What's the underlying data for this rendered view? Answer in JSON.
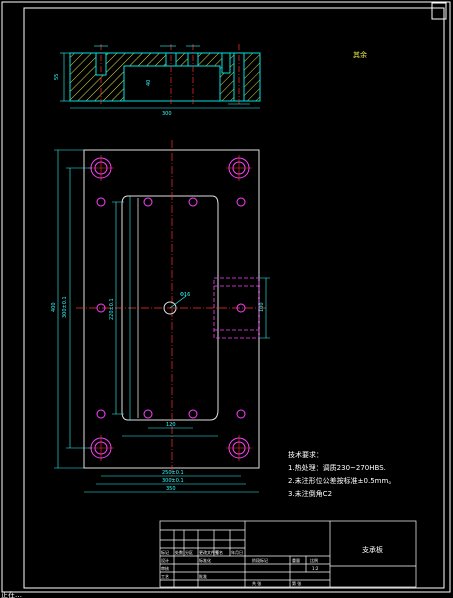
{
  "drawing": {
    "top_right_note": "其余",
    "status_text": "正在…",
    "tech_requirements": {
      "heading": "技术要求：",
      "items": [
        "1.热处理：调质230~270HBS.",
        "2.未注形位公差按标准±0.5mm。",
        "3.未注倒角C2"
      ]
    },
    "dimensions": {
      "plan_height_outer": "400",
      "plan_height_mid": "300±0.1",
      "plan_height_inner": "220±0.1",
      "plan_width_bottom": "350",
      "plan_width_mid": "300±0.1",
      "plan_width_inner": "250±0.1",
      "slot_width": "120",
      "slot_small": "100",
      "center_hole": "Φ16",
      "section_height": "55",
      "section_depth": "40",
      "section_width": "300"
    },
    "title_block": {
      "part_name": "支承板",
      "labels": [
        "标记",
        "处数",
        "分区",
        "更改文件号",
        "签名",
        "年月日",
        "设计",
        "标准化",
        "阶段标记",
        "重量",
        "比例",
        "审核",
        "工艺",
        "批准",
        "1:2",
        "共 张",
        "第 张"
      ]
    }
  },
  "colors": {
    "background": "#000000",
    "frame": "#ffffff",
    "outline": "#00e0e0",
    "centerline": "#ff3030",
    "holes": "#ff40ff",
    "dims": "#30ffff",
    "hatch": "#e0e040",
    "text": "#ffffff"
  }
}
